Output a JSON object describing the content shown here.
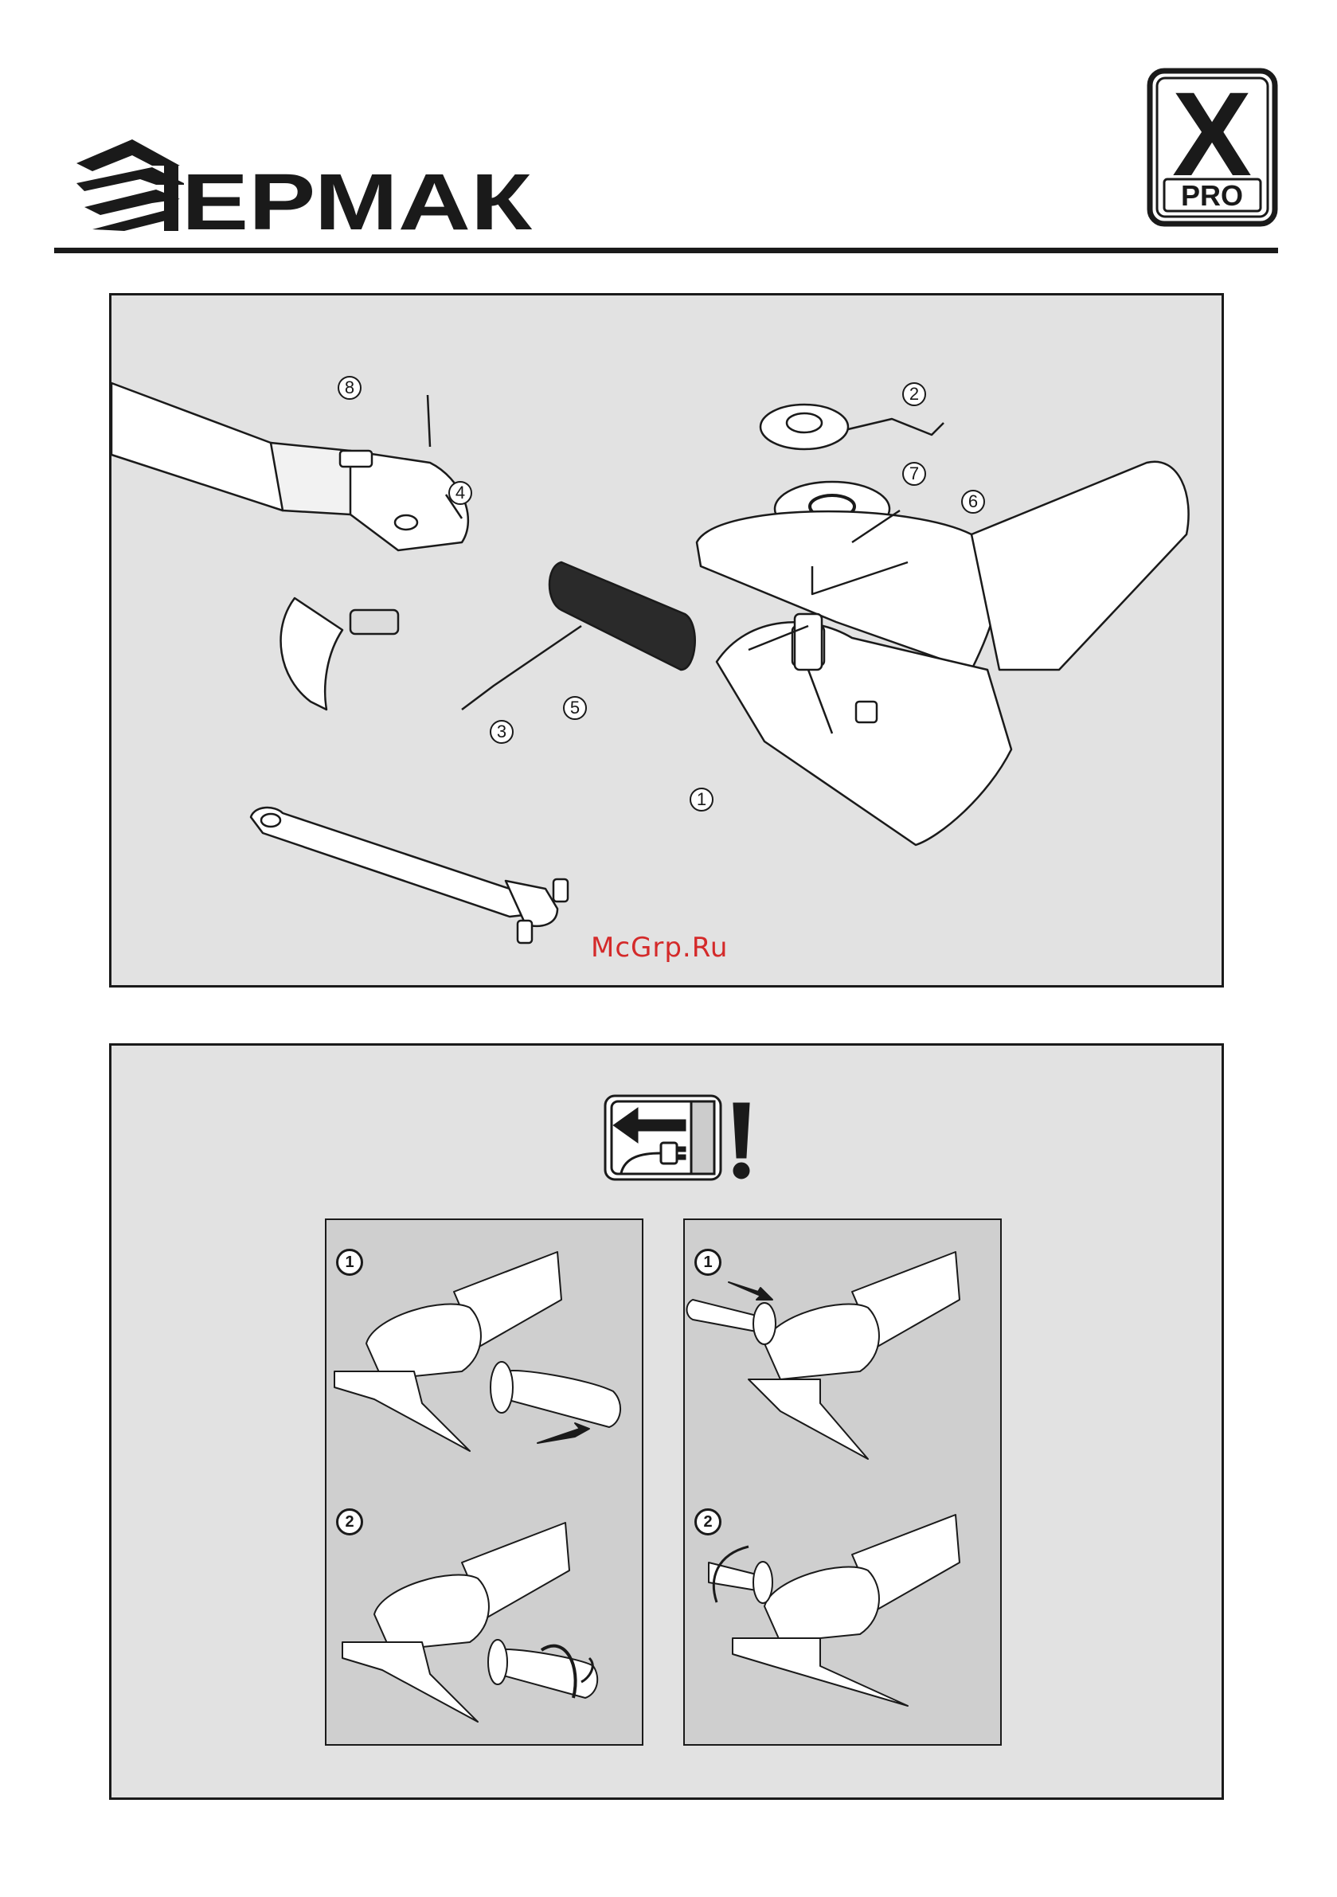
{
  "brand": {
    "name": "ЕРМАК",
    "badge_top": "X",
    "badge_bottom": "PRO"
  },
  "watermark": "McGrp.Ru",
  "parts_diagram": {
    "labels": [
      "1",
      "2",
      "3",
      "4",
      "5",
      "6",
      "7",
      "8"
    ]
  },
  "handle_section": {
    "warning_icon": "unplug-before-service-icon",
    "left_steps": [
      "1",
      "2"
    ],
    "right_steps": [
      "1",
      "2"
    ]
  }
}
